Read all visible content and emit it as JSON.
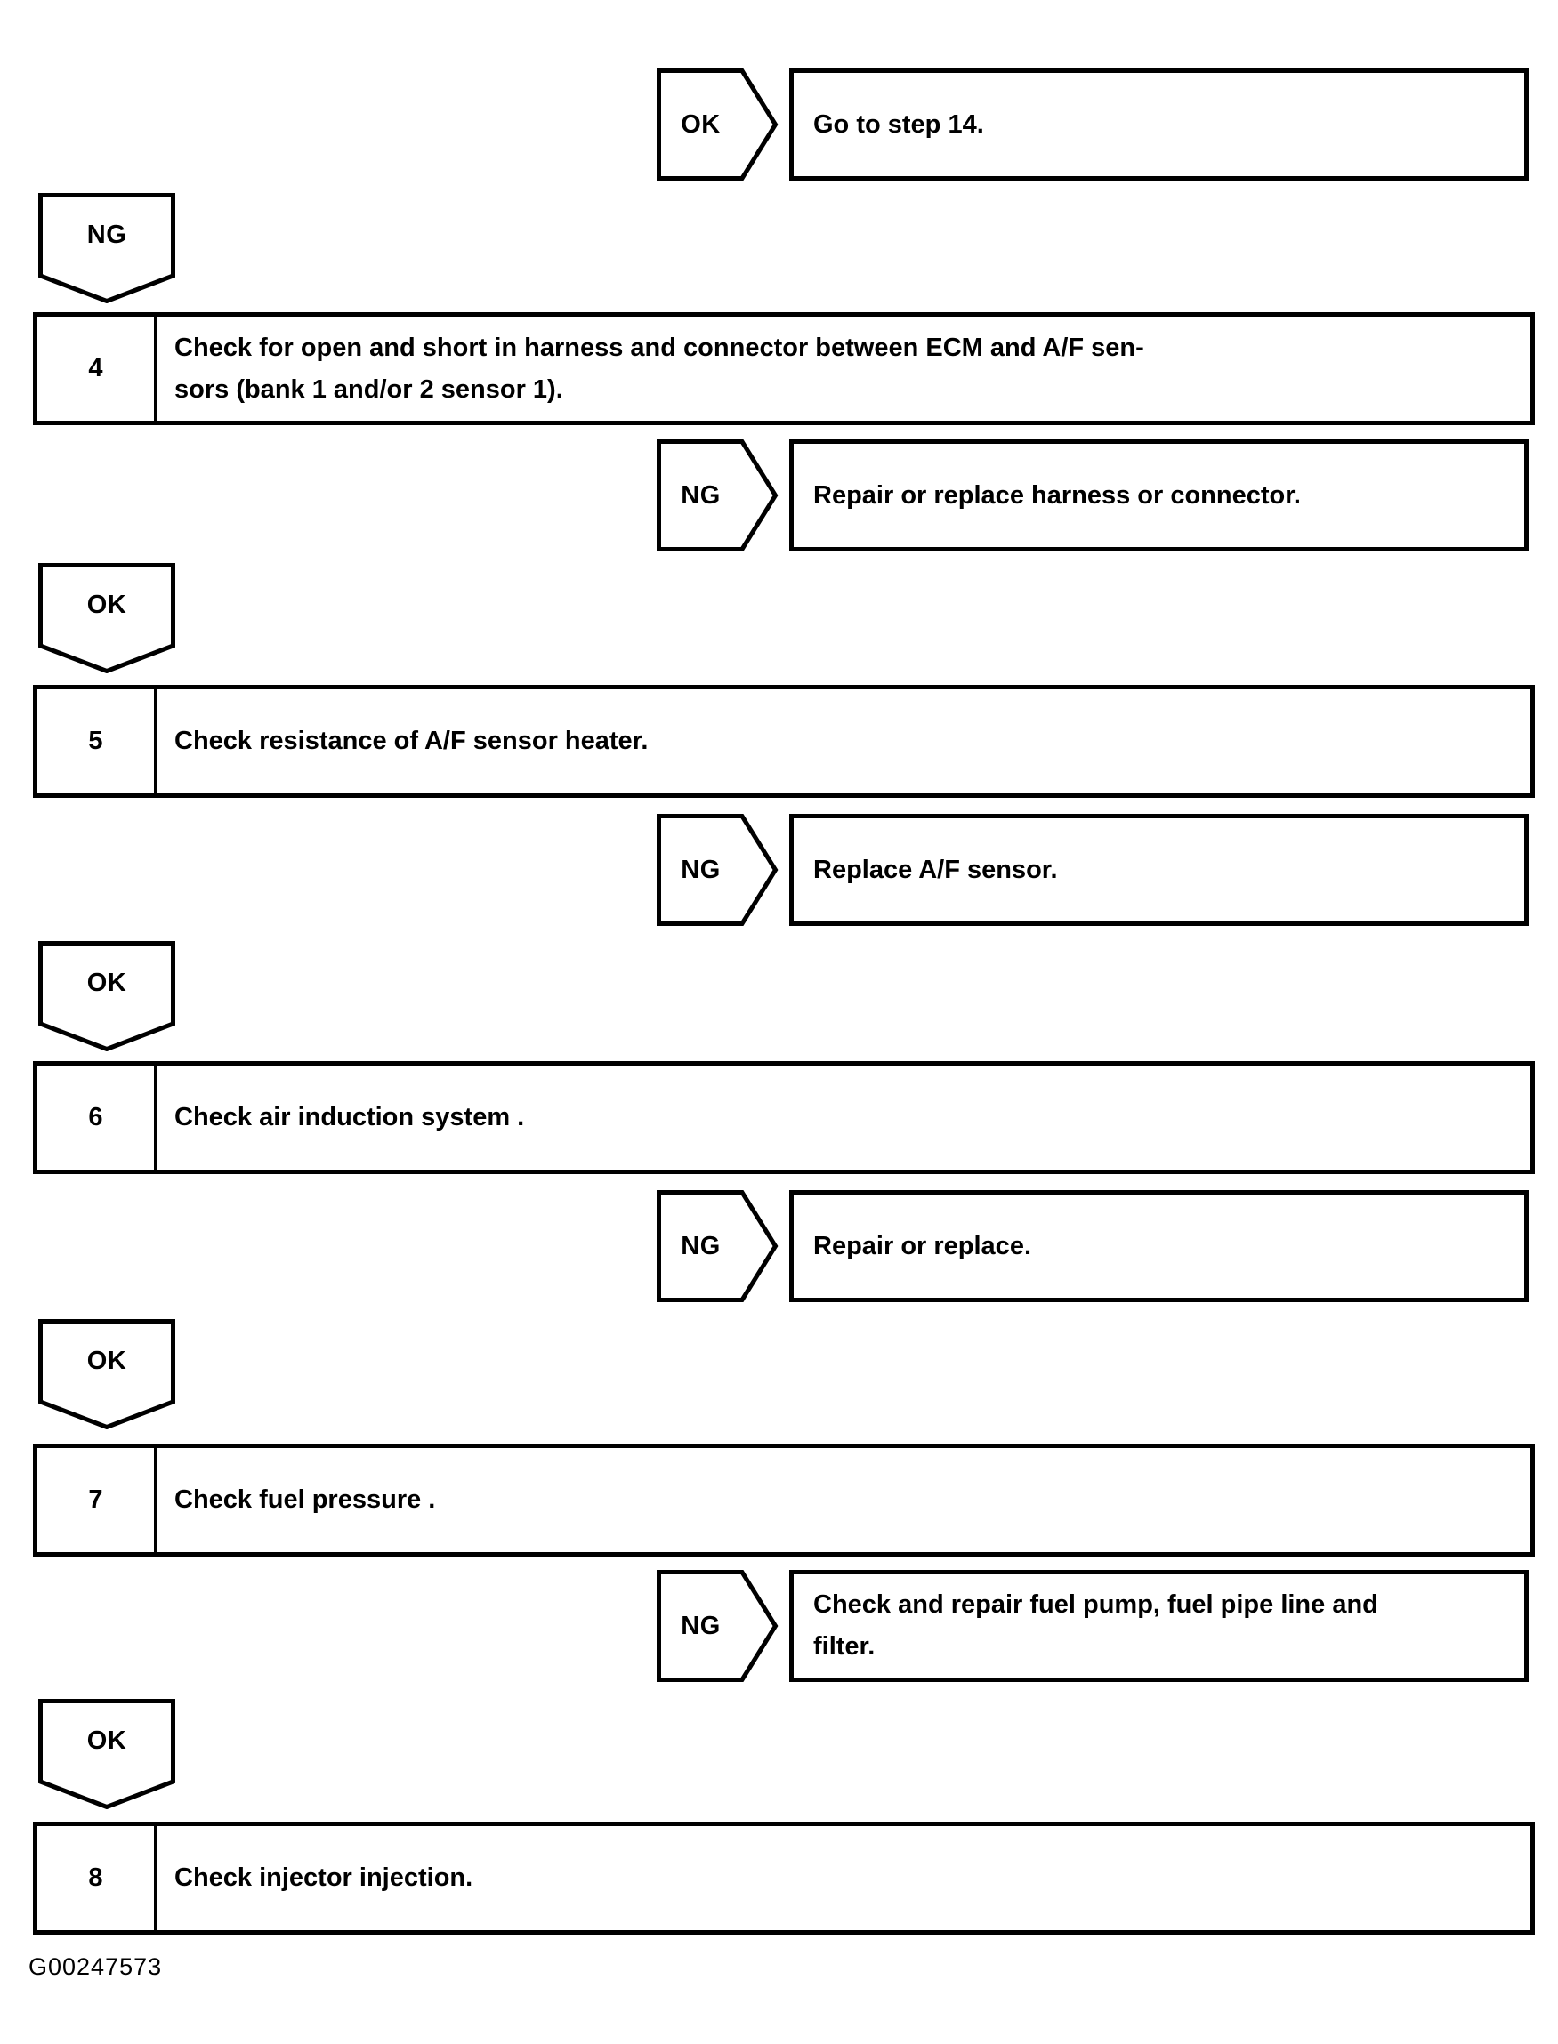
{
  "figure_id": "G00247573",
  "colors": {
    "ink": "#000000",
    "paper": "#ffffff"
  },
  "flow": [
    {
      "type": "result",
      "label": "OK",
      "lines": {
        "line1": "Go to step 14."
      }
    },
    {
      "type": "down",
      "label": "NG"
    },
    {
      "type": "step",
      "number": "4",
      "lines": {
        "line1": "Check for open and short in harness and connector between ECM and A/F sen-",
        "line2": "sors (bank 1 and/or 2 sensor 1)."
      }
    },
    {
      "type": "result",
      "label": "NG",
      "lines": {
        "line1": "Repair or replace harness or connector."
      }
    },
    {
      "type": "down",
      "label": "OK"
    },
    {
      "type": "step",
      "number": "5",
      "lines": {
        "line1": "Check resistance of A/F sensor heater."
      }
    },
    {
      "type": "result",
      "label": "NG",
      "lines": {
        "line1": "Replace A/F sensor."
      }
    },
    {
      "type": "down",
      "label": "OK"
    },
    {
      "type": "step",
      "number": "6",
      "lines": {
        "line1": "Check air induction system ."
      }
    },
    {
      "type": "result",
      "label": "NG",
      "lines": {
        "line1": "Repair or replace."
      }
    },
    {
      "type": "down",
      "label": "OK"
    },
    {
      "type": "step",
      "number": "7",
      "lines": {
        "line1": "Check fuel pressure ."
      }
    },
    {
      "type": "result",
      "label": "NG",
      "lines": {
        "line1": "Check and repair fuel pump, fuel pipe line and",
        "line2": "filter."
      }
    },
    {
      "type": "down",
      "label": "OK"
    },
    {
      "type": "step",
      "number": "8",
      "lines": {
        "line1": "Check injector injection."
      }
    }
  ]
}
